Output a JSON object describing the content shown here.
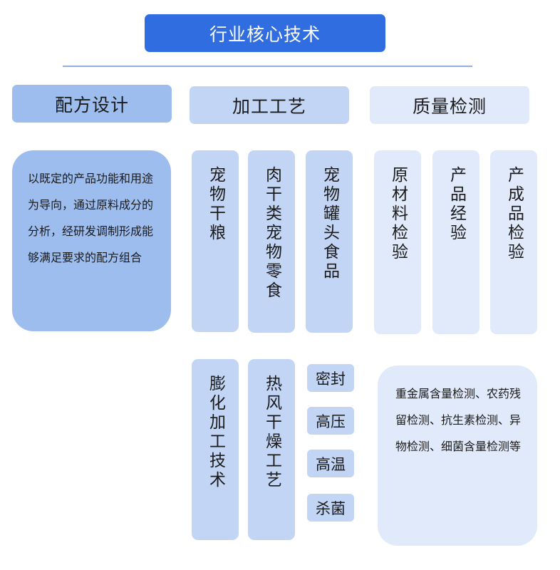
{
  "title": "行业核心技术",
  "columns": {
    "design": {
      "header": "配方设计",
      "description": "以既定的产品功能和用途为导向，通过原料成分的分析，经研发调制形成能够满足要求的配方组合"
    },
    "process": {
      "header": "加工工艺",
      "products": [
        "宠物干粮",
        "肉干类宠物零食",
        "宠物罐头食品"
      ],
      "techniques": [
        "膨化加工技术",
        "热风干燥工艺"
      ],
      "canning_steps": [
        "密封",
        "高压",
        "高温",
        "杀菌"
      ]
    },
    "quality": {
      "header": "质量检测",
      "stages": [
        "原材料检验",
        "产品经验",
        "产成品检验"
      ],
      "description": "重金属含量检测、农药残留检测、抗生素检测、异物检测、细菌含量检测等"
    }
  },
  "colors": {
    "title_bg": "#2f6de0",
    "design_bg": "#9dbdef",
    "process_bg": "#c2d5f5",
    "quality_bg": "#e0eafa",
    "rule": "#8fb0e0"
  }
}
